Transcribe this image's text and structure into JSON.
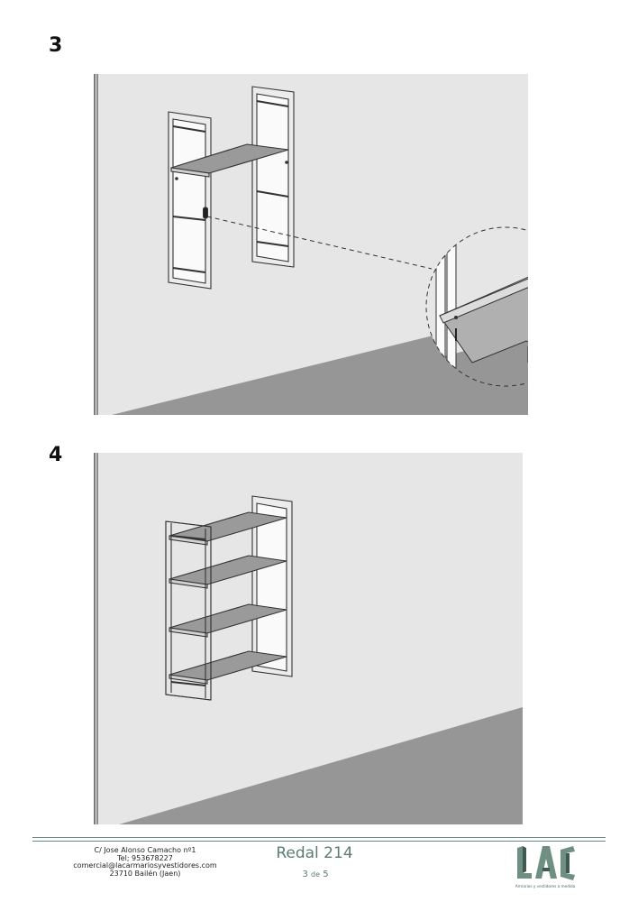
{
  "steps": [
    {
      "number": "3"
    },
    {
      "number": "4"
    }
  ],
  "footer": {
    "address_lines": [
      "C/ Jose Alonso Camacho nº1",
      "Tel; 953678227",
      "comercial@lacarmariosyvestidores.com",
      "23710 Bailén (Jaen)"
    ],
    "title": "Redal 214",
    "page_current": "3",
    "page_of_word": "de",
    "page_total": "5",
    "logo": {
      "letters": "LAC",
      "tagline": "Armarios y vestidores a medida"
    }
  },
  "colors": {
    "wall": "#e6e6e6",
    "floor": "#969696",
    "brand_green": "#5b7d70",
    "line": "#333333"
  }
}
